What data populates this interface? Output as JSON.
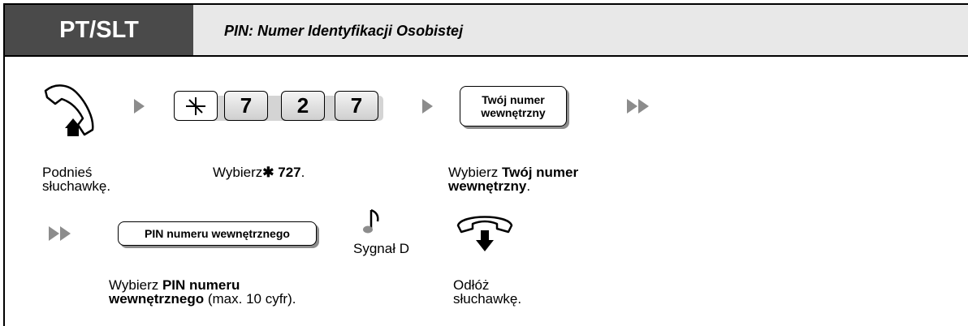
{
  "header": {
    "mode": "PT/SLT",
    "title": "PIN: Numer Identyfikacji Osobistej"
  },
  "step1": {
    "icon": "handset-off-hook-icon",
    "caption_line1": "Podnieś",
    "caption_line2": "słuchawkę."
  },
  "step2": {
    "keys": [
      "7",
      "2",
      "7"
    ],
    "caption_prefix": "Wybierz",
    "caption_star": "✱",
    "caption_code": "727",
    "caption_suffix": "."
  },
  "step3": {
    "box_line1": "Twój numer",
    "box_line2": "wewnętrzny",
    "caption_prefix": "Wybierz ",
    "caption_bold1": "Twój numer",
    "caption_bold2": "wewnętrzny",
    "caption_suffix": "."
  },
  "step4": {
    "box_label": "PIN numeru wewnętrznego",
    "caption_prefix": "Wybierz ",
    "caption_bold1": "PIN numeru",
    "caption_bold2": "wewnętrznego",
    "caption_suffix": " (max. 10 cyfr)."
  },
  "step5": {
    "icon": "music-note-icon",
    "caption": "Sygnał D"
  },
  "step6": {
    "icon": "handset-on-hook-icon",
    "caption_line1": "Odłóż",
    "caption_line2": "słuchawkę."
  },
  "colors": {
    "mode_bg": "#4a4a4a",
    "header_bg": "#e8e8e8",
    "arrow": "#8c8c8c"
  }
}
